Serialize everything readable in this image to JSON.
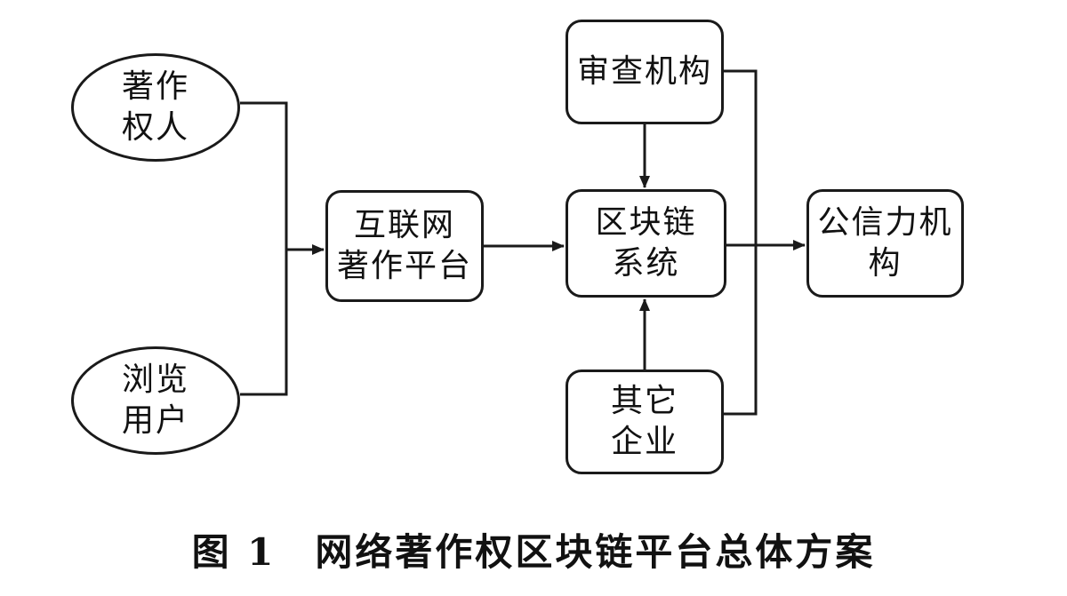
{
  "nodes": {
    "author": {
      "lines": [
        "著作",
        "权人"
      ]
    },
    "browser": {
      "lines": [
        "浏览",
        "用户"
      ]
    },
    "platform": {
      "lines": [
        "互联网",
        "著作平台"
      ]
    },
    "review": {
      "lines": [
        "审查机构"
      ]
    },
    "chain": {
      "lines": [
        "区块链",
        "系统"
      ]
    },
    "other": {
      "lines": [
        "其它",
        "企业"
      ]
    },
    "credit": {
      "lines": [
        "公信力机",
        "构"
      ]
    }
  },
  "caption": {
    "number": "图 1",
    "text": "网络著作权区块链平台总体方案"
  }
}
